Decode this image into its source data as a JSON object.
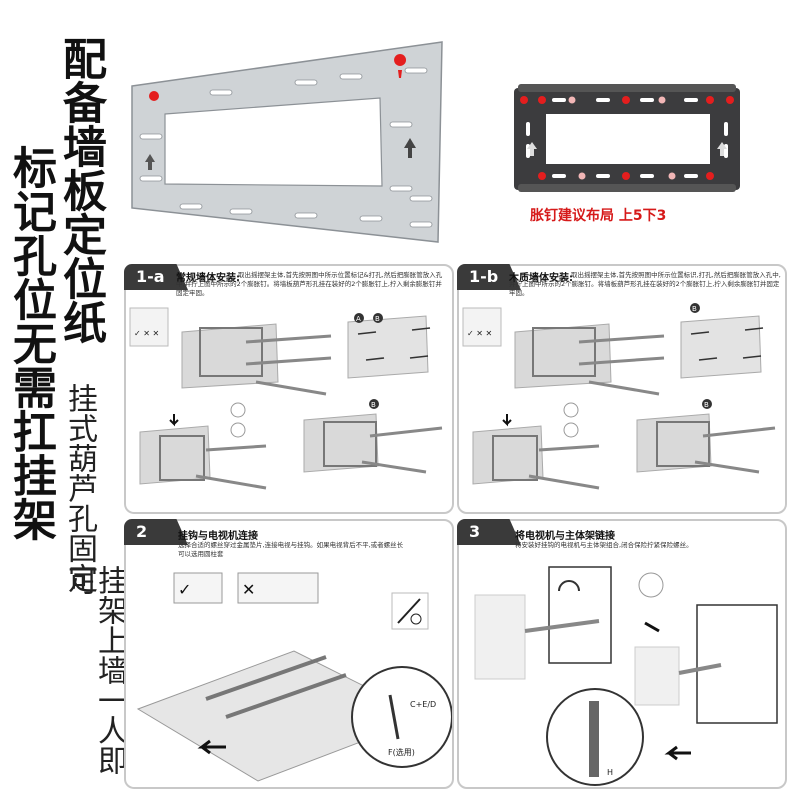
{
  "title_main": "配备墙板定位纸",
  "title_sub": "标记孔位无需扛挂架",
  "note_1": "挂式葫芦孔固定",
  "note_2": "挂架上墙一人即可",
  "plate_caption": "胀钉建议布局 上5下3",
  "steps": {
    "s1a": {
      "number": "1-a",
      "title": "常规墙体安装:",
      "desc": "取出摇摆架主体,首先按照图中所示位置标记&打孔,然后把膨胀管放入孔中,并拧上图中所示的2个膨胀钉。将墙板葫芦形孔挂在装好的2个膨胀钉上,拧入剩余膨胀钉并固定牢固。",
      "labels": [
        "A",
        "B",
        "B"
      ]
    },
    "s1b": {
      "number": "1-b",
      "title": "木质墙体安装:",
      "desc": "取出摇摆架主体,首先按照图中所示位置标识,打孔,然后把膨胀管放入孔中,并拧上图中所示的2个膨胀钉。将墙板葫芦形孔挂在装好的2个膨胀钉上,拧入剩余膨胀钉并固定牢固。",
      "labels": [
        "B",
        "B"
      ]
    },
    "s2": {
      "number": "2",
      "title": "挂钩与电视机连接",
      "desc": "选择合适的螺丝穿过金属垫片,连接电视与挂钩。如果电视背后不平,或者螺丝长可以选用圆柱套",
      "screw_label": "C+E/D",
      "spacer_label": "F(选用)"
    },
    "s3": {
      "number": "3",
      "title": "将电视机与主体架链接",
      "desc": "将安装好挂钩的电视机与主体架组合,闭合保险拧紧保险螺丝。",
      "screw_label": "H"
    }
  },
  "colors": {
    "accent_red": "#e41e1e",
    "tab_dark": "#3a3a3a",
    "plate_gray": "#cfd3d6",
    "plate_dark": "#3c3c3e"
  }
}
